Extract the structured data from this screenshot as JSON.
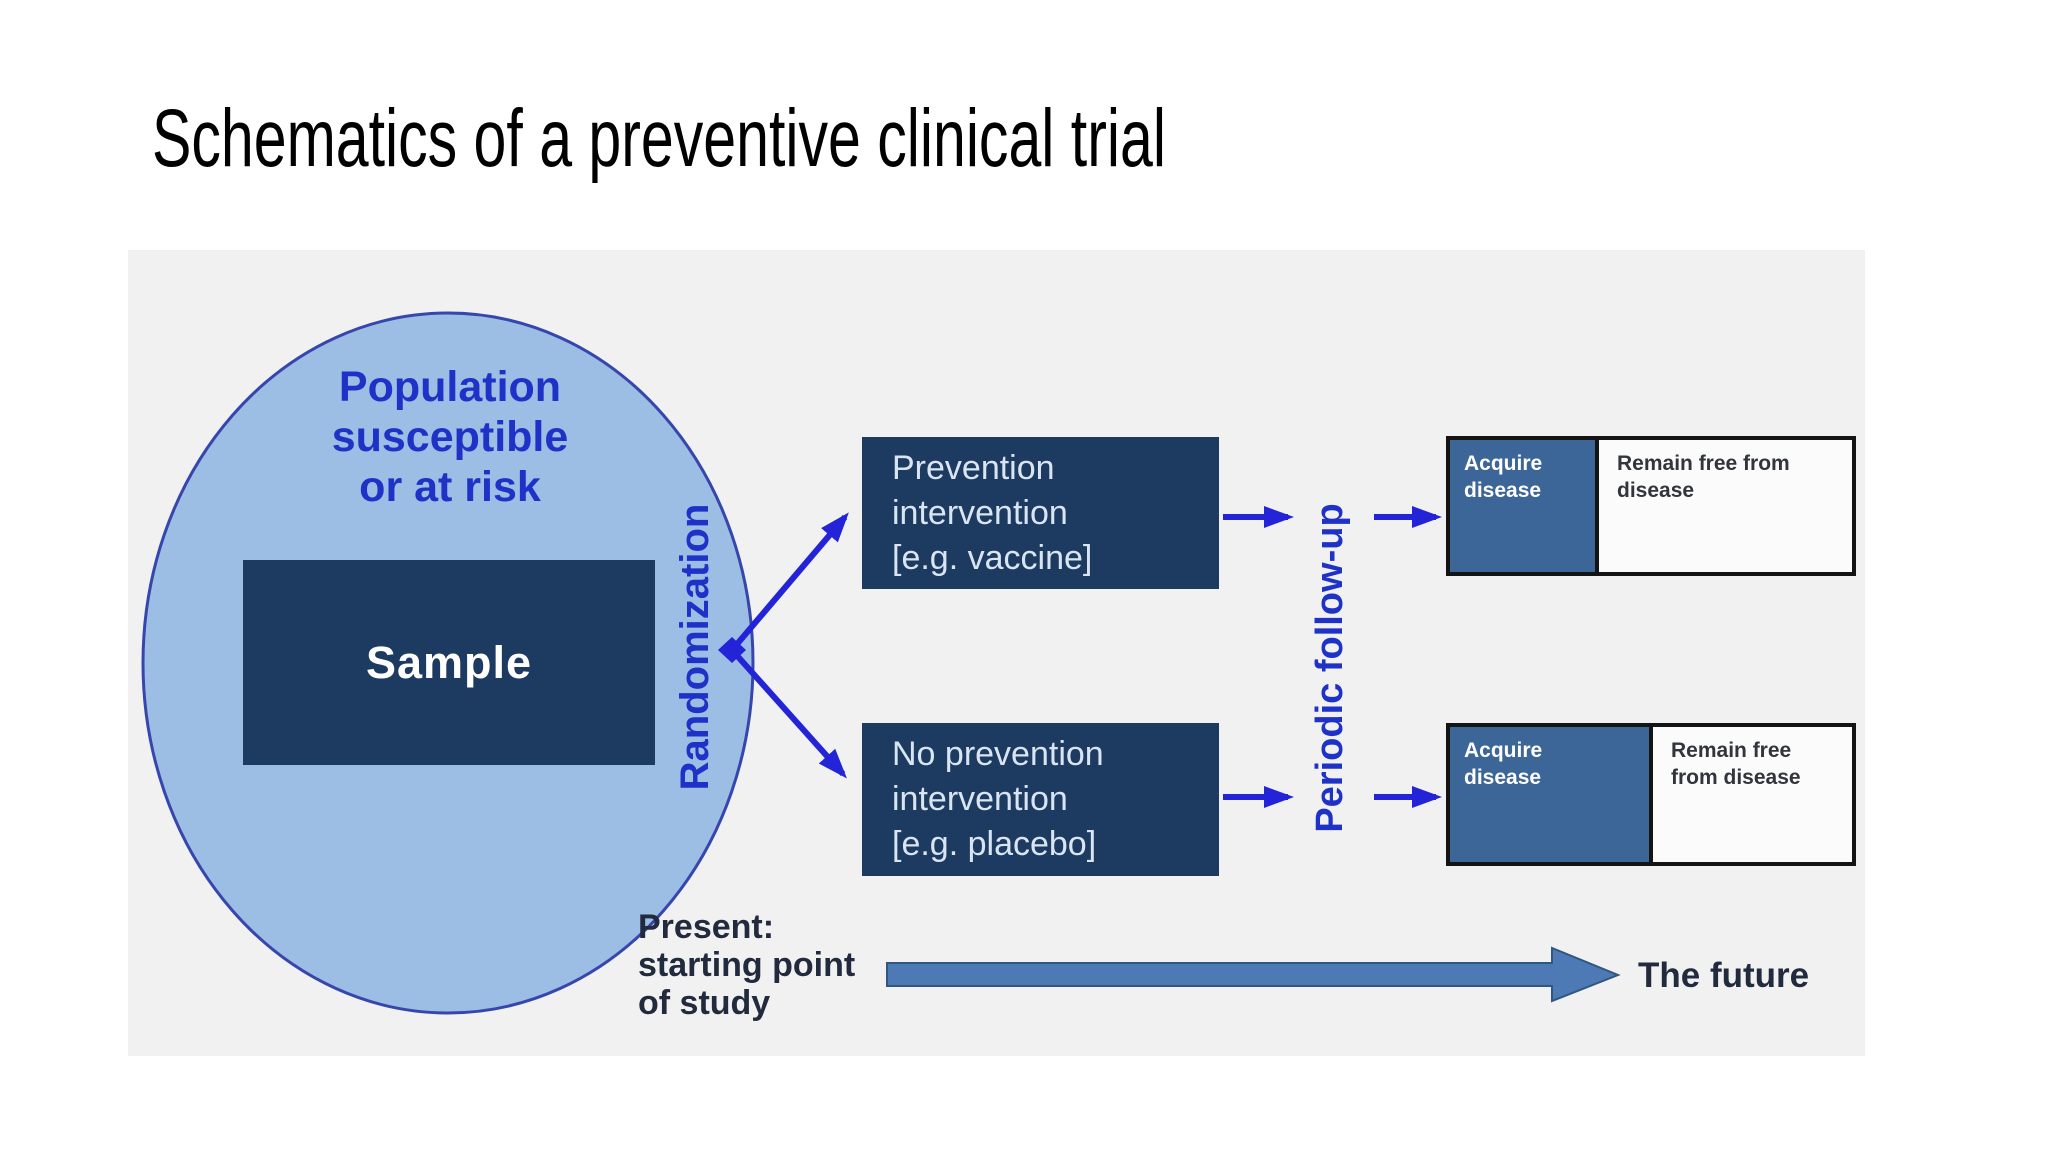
{
  "slide": {
    "title": "Schematics of a preventive clinical trial"
  },
  "diagram": {
    "population_label": "Population\nsusceptible\nor at risk",
    "sample_label": "Sample",
    "randomization_label": "Randomization",
    "arms": [
      {
        "label": "Prevention\nintervention\n[e.g. vaccine]"
      },
      {
        "label": "No prevention\nintervention\n[e.g. placebo]"
      }
    ],
    "followup_label": "Periodic follow-up",
    "outcomes": {
      "top": {
        "acquire": "Acquire\ndisease",
        "remain": "Remain free from\ndisease"
      },
      "bottom": {
        "acquire": "Acquire\ndisease",
        "remain": "Remain free\nfrom disease"
      }
    },
    "timeline": {
      "present_label": "Present:\nstarting point\nof study",
      "future_label": "The future"
    }
  },
  "colors": {
    "page_background": "#ffffff",
    "panel_background": "#f1f1f2",
    "ellipse_fill": "#9cbde4",
    "ellipse_stroke": "#3646ad",
    "blue_label_text": "#1e32c8",
    "navy_box_fill": "#1d3a60",
    "navy_box_text": "#d9e5f2",
    "sample_text": "#ffffff",
    "acquire_cell_fill": "#3c6598",
    "outcome_border": "#141414",
    "remain_text": "#33353d",
    "thin_arrow_blue": "#2323d8",
    "big_arrow_fill": "#4d79b5",
    "big_arrow_stroke": "#31567f",
    "timeline_text": "#222b3d",
    "title_text": "#000000"
  }
}
